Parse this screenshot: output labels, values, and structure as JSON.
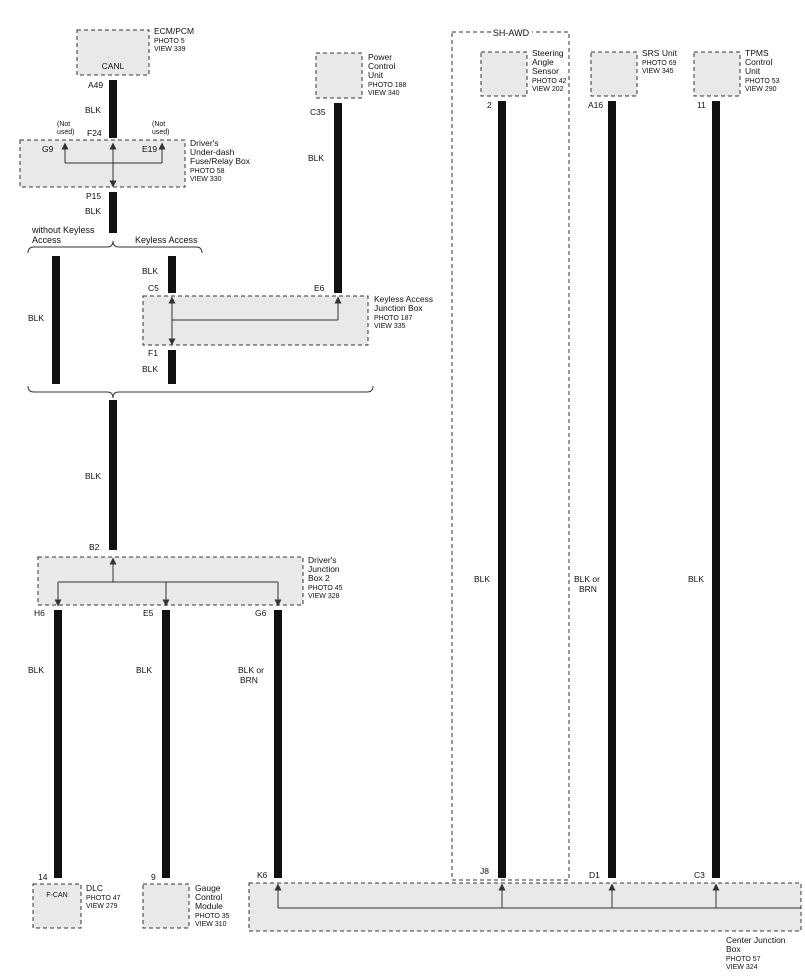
{
  "colors": {
    "wire": "#111111",
    "box_fill": "#e9e9e9",
    "line": "#333333"
  },
  "ecm": {
    "title": "ECM/PCM",
    "photo": "PHOTO 5",
    "view": "VIEW 339",
    "inner": "CANL",
    "pin": "A49"
  },
  "wire_blk_1": "BLK",
  "fuse_box": {
    "name": [
      "Driver's",
      "Under-dash",
      "Fuse/Relay Box"
    ],
    "photo": "PHOTO 58",
    "view": "VIEW 330",
    "pin_top": "F24",
    "pin_left": "G9",
    "pin_right": "E19",
    "pin_bottom": "P15",
    "not_used_left": [
      "(Not",
      "used)"
    ],
    "not_used_right": [
      "(Not",
      "used)"
    ]
  },
  "wire_blk_2": "BLK",
  "branch": {
    "without": [
      "without Keyless",
      "Access"
    ],
    "keyless": "Keyless Access"
  },
  "wire_blk_without": "BLK",
  "wire_blk_keyless_top": "BLK",
  "wire_blk_keyless_bottom": "BLK",
  "pcu": {
    "name": [
      "Power",
      "Control",
      "Unit"
    ],
    "photo": "PHOTO 188",
    "view": "VIEW 340",
    "pin": "C35"
  },
  "wire_blk_pcu": "BLK",
  "keyless_jb": {
    "name": [
      "Keyless Access",
      "Junction Box"
    ],
    "photo": "PHOTO 187",
    "view": "VIEW 335",
    "pin_c5": "C5",
    "pin_e6": "E6",
    "pin_f1": "F1"
  },
  "wire_blk_main": "BLK",
  "djb2": {
    "name": [
      "Driver's",
      "Junction",
      "Box 2"
    ],
    "photo": "PHOTO 45",
    "view": "VIEW 328",
    "pin_top": "B2",
    "pin_h6": "H6",
    "pin_e5": "E5",
    "pin_g6": "G6"
  },
  "wire_blk_dlc": "BLK",
  "wire_blk_gauge": "BLK",
  "wire_blk_brn_g6": [
    "BLK or",
    "BRN"
  ],
  "dlc": {
    "name": "DLC",
    "photo": "PHOTO 47",
    "view": "VIEW 279",
    "inner": "F-CAN",
    "pin": "14"
  },
  "gauge": {
    "name": [
      "Gauge",
      "Control",
      "Module"
    ],
    "photo": "PHOTO 35",
    "view": "VIEW 310",
    "pin": "9"
  },
  "sh_awd": "SH-AWD",
  "steering": {
    "name": [
      "Steering",
      "Angle",
      "Sensor"
    ],
    "photo": "PHOTO 42",
    "view": "VIEW 202",
    "pin": "2"
  },
  "wire_blk_steering": "BLK",
  "srs": {
    "name": "SRS Unit",
    "photo": "PHOTO 69",
    "view": "VIEW 345",
    "pin": "A16"
  },
  "wire_blk_brn_srs": [
    "BLK or",
    "BRN"
  ],
  "tpms": {
    "name": [
      "TPMS",
      "Control",
      "Unit"
    ],
    "photo": "PHOTO 53",
    "view": "VIEW 290",
    "pin": "11"
  },
  "wire_blk_tpms": "BLK",
  "center_jb": {
    "name": [
      "Center Junction",
      "Box"
    ],
    "photo": "PHOTO 57",
    "view": "VIEW 324",
    "pin_k6": "K6",
    "pin_j8": "J8",
    "pin_d1": "D1",
    "pin_c3": "C3"
  }
}
